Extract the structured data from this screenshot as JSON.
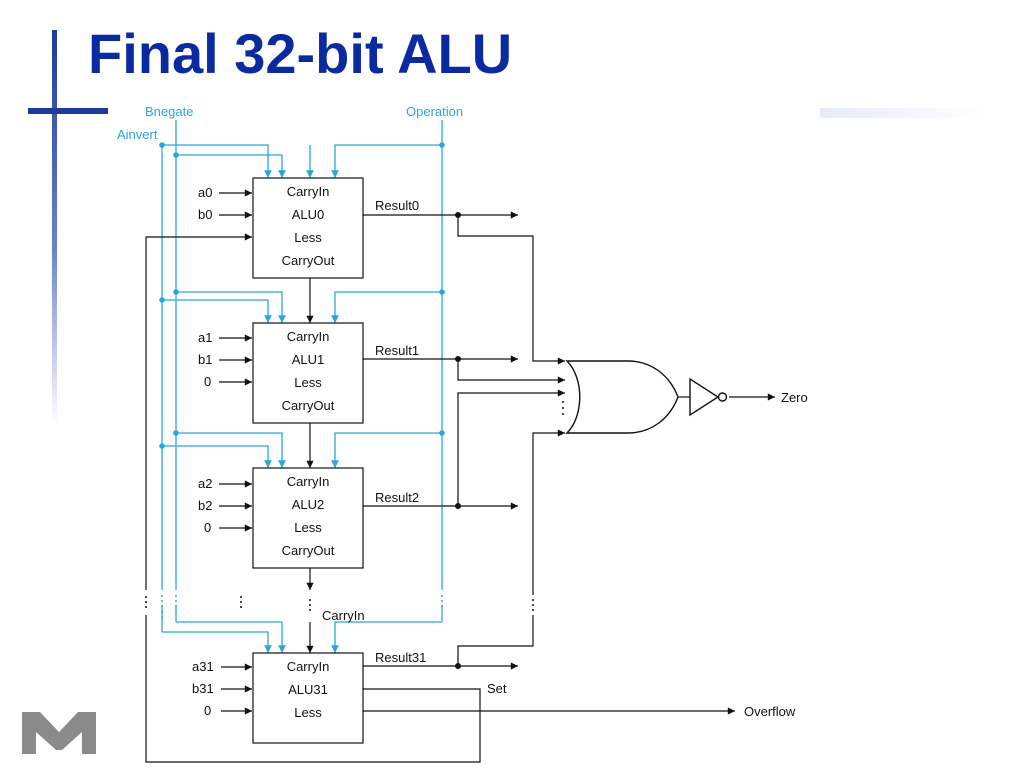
{
  "slide": {
    "title": "Final 32-bit ALU"
  },
  "colors": {
    "title": "#0a2aa0",
    "control": "#29a6dc",
    "wire": "#111111",
    "bar": "#1f3a9c",
    "logo": "#8a8a8a"
  },
  "control": {
    "bnegate": "Bnegate",
    "ainvert": "Ainvert",
    "operation": "Operation"
  },
  "alus": [
    {
      "name": "ALU0",
      "carry_in": "CarryIn",
      "less": "Less",
      "carry_out": "CarryOut",
      "a": "a0",
      "b": "b0",
      "less_input": "",
      "result": "Result0"
    },
    {
      "name": "ALU1",
      "carry_in": "CarryIn",
      "less": "Less",
      "carry_out": "CarryOut",
      "a": "a1",
      "b": "b1",
      "less_input": "0",
      "result": "Result1"
    },
    {
      "name": "ALU2",
      "carry_in": "CarryIn",
      "less": "Less",
      "carry_out": "CarryOut",
      "a": "a2",
      "b": "b2",
      "less_input": "0",
      "result": "Result2"
    },
    {
      "name": "ALU31",
      "carry_in": "CarryIn",
      "less": "Less",
      "a": "a31",
      "b": "b31",
      "less_input": "0",
      "result": "Result31"
    }
  ],
  "signals": {
    "carry_in": "CarryIn",
    "zero": "Zero",
    "set": "Set",
    "overflow": "Overflow"
  },
  "icons": {
    "logo": "block-m-logo"
  }
}
